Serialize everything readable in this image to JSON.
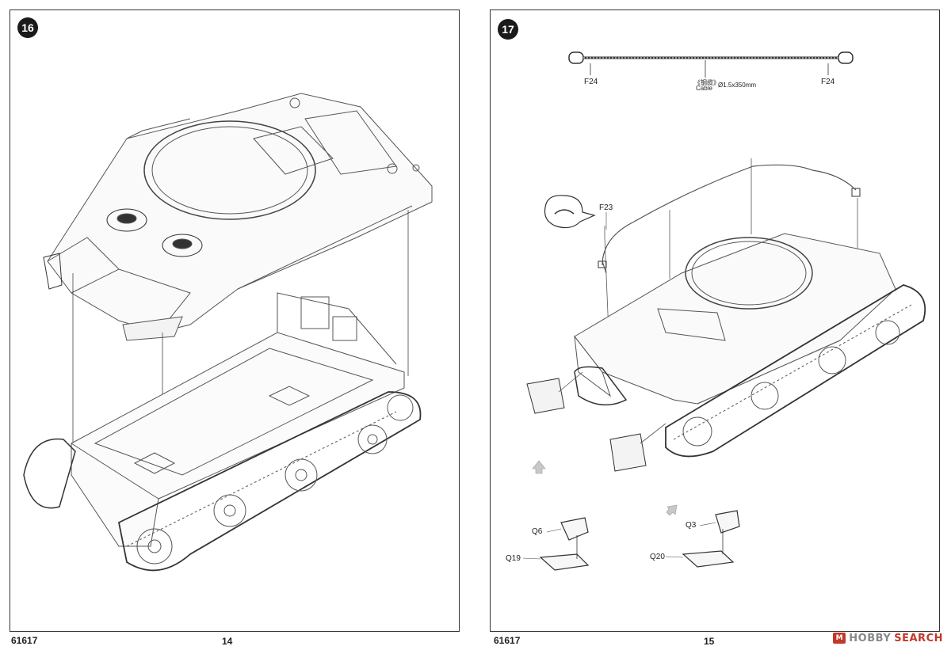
{
  "pages": [
    {
      "step": "16",
      "kit_number": "61617",
      "page_number": "14"
    },
    {
      "step": "17",
      "kit_number": "61617",
      "page_number": "15",
      "cable": {
        "end_left": "F24",
        "end_right": "F24",
        "label_cn": "《钢缆》",
        "label_en": "Cable",
        "spec": "Ø1.5x350mm"
      },
      "parts": {
        "f23": "F23",
        "q6": "Q6",
        "q19": "Q19",
        "q3": "Q3",
        "q20": "Q20"
      }
    }
  ],
  "watermark": {
    "box_text": "M",
    "hobby": "HOBBY",
    "search": "SEARCH"
  }
}
